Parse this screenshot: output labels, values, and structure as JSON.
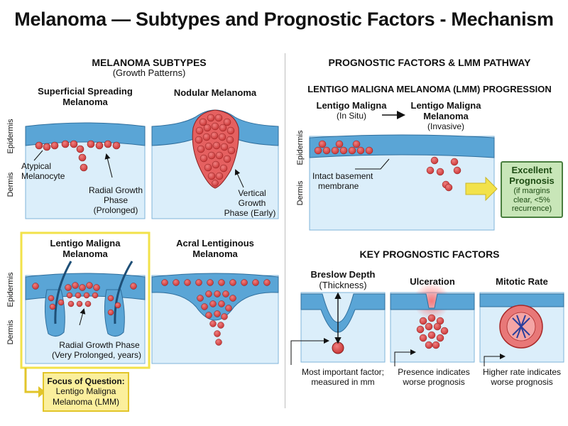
{
  "title": "Melanoma — Subtypes and Prognostic Factors - Mechanism",
  "left": {
    "heading": "MELANOMA SUBTYPES",
    "subheading": "(Growth Patterns)",
    "layer_epidermis": "Epidermis",
    "layer_dermis": "Dermis",
    "ssm": {
      "title_line1": "Superficial Spreading",
      "title_line2": "Melanoma",
      "label_cell_1": "Atypical",
      "label_cell_2": "Melanocyte",
      "label_phase_1": "Radial Growth",
      "label_phase_2": "Phase",
      "label_phase_3": "(Prolonged)"
    },
    "nodular": {
      "title": "Nodular Melanoma",
      "label_1": "Vertical",
      "label_2": "Growth",
      "label_3": "Phase (Early)"
    },
    "lmm": {
      "title_line1": "Lentigo Maligna",
      "title_line2": "Melanoma",
      "label_1": "Radial Growth Phase",
      "label_2": "(Very Prolonged, years)"
    },
    "acral": {
      "title_line1": "Acral Lentiginous",
      "title_line2": "Melanoma"
    },
    "focus": {
      "title": "Focus of Question:",
      "line1": "Lentigo Maligna",
      "line2": "Melanoma (LMM)"
    }
  },
  "right": {
    "heading": "PROGNOSTIC FACTORS & LMM PATHWAY",
    "progression_title": "LENTIGO MALIGNA MELANOMA (LMM) PROGRESSION",
    "stage1_line1": "Lentigo Maligna",
    "stage1_line2": "(In Situ)",
    "stage2_line1": "Lentigo Maligna",
    "stage2_line2": "Melanoma",
    "stage2_line3": "(Invasive)",
    "membrane_line1": "Intact basement",
    "membrane_line2": "membrane",
    "prognosis": {
      "title_line1": "Excellent",
      "title_line2": "Prognosis",
      "detail_1": "(if margins",
      "detail_2": "clear, <5%",
      "detail_3": "recurrence)"
    },
    "key_title": "KEY PROGNOSTIC FACTORS",
    "breslow": {
      "title": "Breslow Depth",
      "subtitle": "(Thickness)",
      "note_1": "Most important factor;",
      "note_2": "measured in mm"
    },
    "ulceration": {
      "title": "Ulceration",
      "note_1": "Presence indicates",
      "note_2": "worse prognosis"
    },
    "mitotic": {
      "title": "Mitotic Rate",
      "note_1": "Higher rate indicates",
      "note_2": "worse prognosis"
    }
  },
  "colors": {
    "epidermis": "#5aa5d6",
    "dermis": "#dbeefa",
    "cell": "#d94c4c",
    "cell_dark": "#a82828",
    "highlight": "#f2e24a",
    "prognosis_fill": "#c8e6b8",
    "prognosis_border": "#4a7f3f"
  }
}
